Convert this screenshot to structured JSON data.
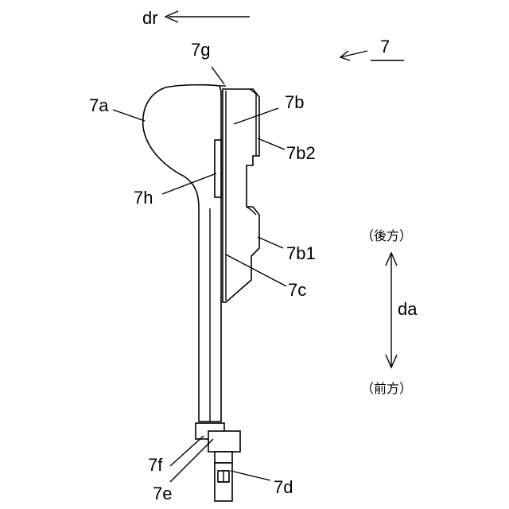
{
  "labels": {
    "dr": "dr",
    "fig": "7",
    "7a": "7a",
    "7b": "7b",
    "7b1": "7b1",
    "7b2": "7b2",
    "7c": "7c",
    "7d": "7d",
    "7e": "7e",
    "7f": "7f",
    "7g": "7g",
    "7h": "7h",
    "da": "da",
    "rear": "（後方）",
    "front": "（前方）"
  },
  "colors": {
    "stroke": "#000000",
    "background": "#ffffff"
  }
}
